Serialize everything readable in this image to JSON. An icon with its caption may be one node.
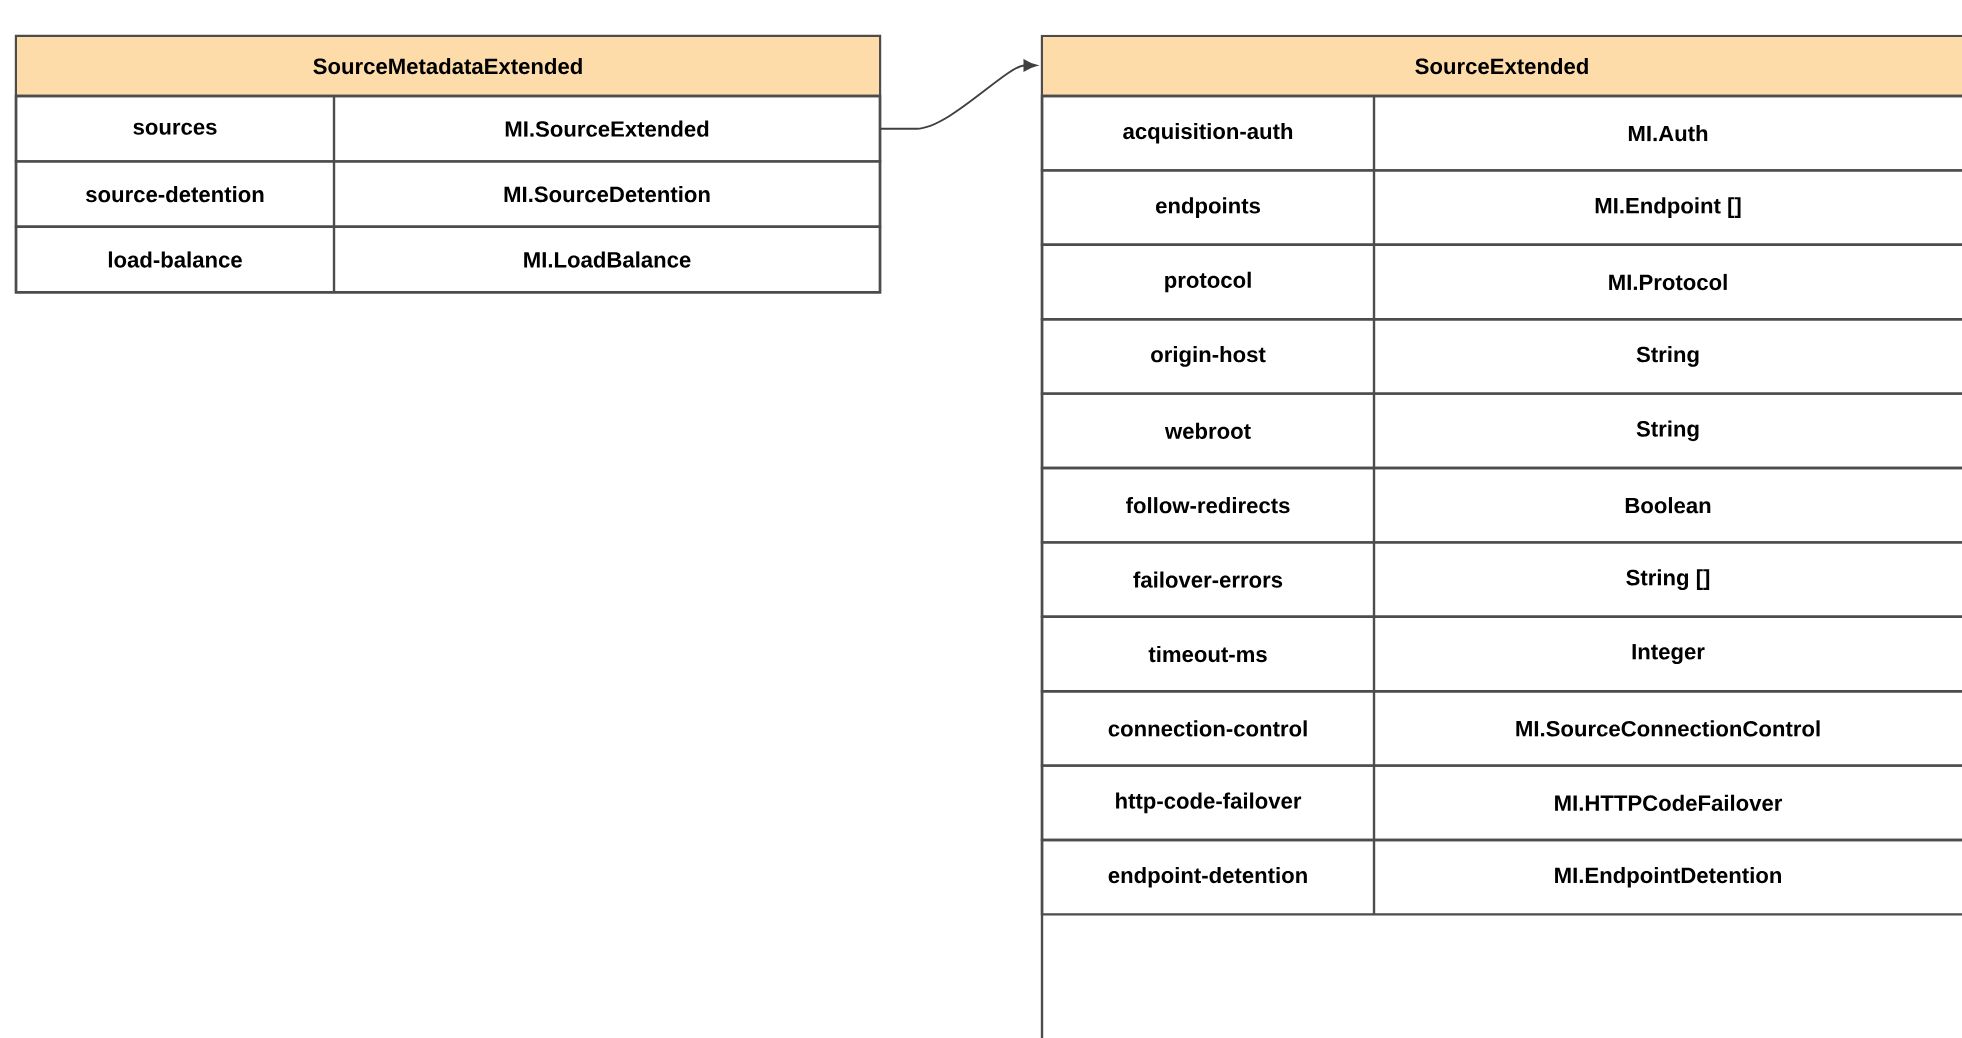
{
  "diagram": {
    "nodes": [
      {
        "text": [
          "SourceMetadataExtended"
        ]
      },
      {
        "text": [
          "sources",
          "MI.SourceExtended"
        ],
        "in": 0
      },
      {
        "text": [
          "source-detention",
          "MI.SourceDetention"
        ],
        "in": 0
      },
      {
        "text": [
          "load-balance",
          "MI.LoadBalance"
        ],
        "in": 0
      },
      {
        "text": [
          "SourceExtended"
        ]
      },
      {
        "text": [
          "acquisition-auth",
          "MI.Auth"
        ],
        "in": 4
      },
      {
        "text": [
          "endpoints",
          "MI.Endpoint []"
        ],
        "in": 4
      },
      {
        "text": [
          "protocol",
          "MI.Protocol"
        ],
        "in": 4
      },
      {
        "text": [
          "origin-host",
          "String"
        ],
        "in": 4
      },
      {
        "text": [
          "webroot",
          "String"
        ],
        "in": 4
      },
      {
        "text": [
          "follow-redirects",
          "Boolean"
        ],
        "in": 4
      },
      {
        "text": [
          "failover-errors",
          "String []"
        ],
        "in": 4
      },
      {
        "text": [
          "timeout-ms",
          "Integer"
        ],
        "in": 4
      },
      {
        "text": [
          "connection-control",
          "MI.SourceConnectionControl"
        ],
        "in": 4
      },
      {
        "text": [
          "http-code-failover",
          "MI.HTTPCodeFailover"
        ],
        "in": 4
      },
      {
        "text": [
          "endpoint-detention",
          "MI.EndpointDetention"
        ],
        "in": 4
      }
    ],
    "edges": [
      {
        "from": 1,
        "to": 4,
        "arrow": "to"
      }
    ]
  }
}
